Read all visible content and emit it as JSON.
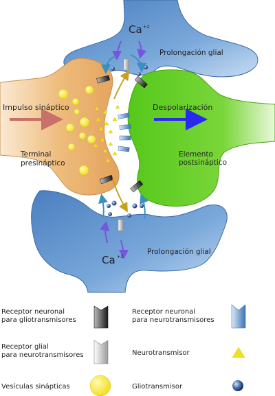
{
  "labels": {
    "ca_top": "Ca",
    "ca_top_sup": "+2",
    "glia_top": "Prolongación glial",
    "impulse": "Impulso sináptico",
    "depolarization": "Despolarización",
    "presynaptic_line1": "Terminal",
    "presynaptic_line2": "presináptico",
    "postsynaptic_line1": "Elemento",
    "postsynaptic_line2": "postsináptico",
    "glia_bottom": "Prolongación glial",
    "ca_bottom": "Ca",
    "ca_bottom_sup": "+2"
  },
  "legend": {
    "neuronal_glio_receptor_line1": "Receptor neuronal",
    "neuronal_glio_receptor_line2": "para gliotransmisores",
    "neuronal_neuro_receptor_line1": "Receptor neuronal",
    "neuronal_neuro_receptor_line2": "para neurotransmisores",
    "glial_receptor_line1": "Receptor glial",
    "glial_receptor_line2": "para neurotransmisores",
    "neurotransmitter": "Neurotransmisor",
    "vesicles": "Vesículas sinápticas",
    "gliotransmitter": "Gliotransmisor"
  },
  "colors": {
    "glia": "#6a9bd1",
    "presynaptic": "#e8b070",
    "postsynaptic": "#66cc22",
    "vesicle": "#f5e642",
    "neurotransmitter": "#f2e020",
    "impulse_arrow": "#c8706a",
    "depolarization_arrow": "#2a2aee",
    "calcium_arrow": "#7755dd",
    "flow_arrow": "#c8a020"
  }
}
